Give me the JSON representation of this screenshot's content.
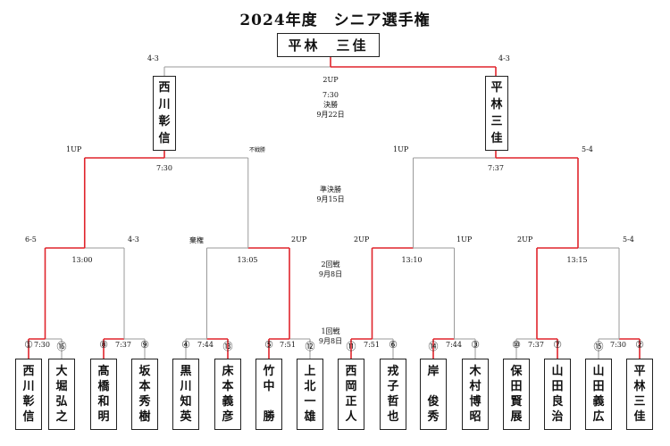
{
  "title": "2024年度　シニア選手権",
  "champion": "平林　三佳",
  "final": {
    "left": {
      "name": [
        "西",
        "川",
        "彰",
        "信"
      ],
      "score": "4-3"
    },
    "right": {
      "name": [
        "平",
        "林",
        "三",
        "佳"
      ],
      "score": "4-3"
    },
    "result": "2UP",
    "time": "7:30",
    "round": "決勝",
    "date": "9月22日"
  },
  "semifinal": {
    "round": "準決勝",
    "date": "9月15日",
    "left": {
      "time": "7:30",
      "score_left": "1UP",
      "score_right": "不戦勝"
    },
    "right": {
      "time": "7:37",
      "score_left": "1UP",
      "score_right": "5-4"
    }
  },
  "round2": {
    "round": "2回戦",
    "date": "9月8日",
    "matches": [
      {
        "time": "13:00",
        "score_left": "6-5",
        "score_right": "4-3"
      },
      {
        "time": "13:05",
        "score_left": "棄権",
        "score_right": "2UP"
      },
      {
        "time": "13:10",
        "score_left": "2UP",
        "score_right": "1UP"
      },
      {
        "time": "13:15",
        "score_left": "2UP",
        "score_right": "5-4"
      }
    ]
  },
  "round1": {
    "round": "1回戦",
    "date": "9月8日",
    "times": [
      "7:30",
      "7:37",
      "7:44",
      "7:51",
      "7:51",
      "7:44",
      "7:37",
      "7:30"
    ]
  },
  "players": [
    {
      "seed": "①",
      "name": [
        "西",
        "川",
        "彰",
        "信"
      ]
    },
    {
      "seed": "⑯",
      "name": [
        "大",
        "堀",
        "弘",
        "之"
      ]
    },
    {
      "seed": "⑧",
      "name": [
        "髙",
        "橋",
        "和",
        "明"
      ]
    },
    {
      "seed": "⑨",
      "name": [
        "坂",
        "本",
        "秀",
        "樹"
      ]
    },
    {
      "seed": "④",
      "name": [
        "黒",
        "川",
        "知",
        "英"
      ]
    },
    {
      "seed": "⑬",
      "name": [
        "床",
        "本",
        "義",
        "彦"
      ]
    },
    {
      "seed": "⑤",
      "name": [
        "竹",
        "中",
        "",
        "勝"
      ]
    },
    {
      "seed": "⑫",
      "name": [
        "上",
        "北",
        "一",
        "雄"
      ]
    },
    {
      "seed": "⑪",
      "name": [
        "西",
        "岡",
        "正",
        "人"
      ]
    },
    {
      "seed": "⑥",
      "name": [
        "戎",
        "子",
        "哲",
        "也"
      ]
    },
    {
      "seed": "⑭",
      "name": [
        "岸",
        "",
        "俊",
        "秀"
      ]
    },
    {
      "seed": "③",
      "name": [
        "木",
        "村",
        "博",
        "昭"
      ]
    },
    {
      "seed": "⑩",
      "name": [
        "保",
        "田",
        "賢",
        "展"
      ]
    },
    {
      "seed": "⑦",
      "name": [
        "山",
        "田",
        "良",
        "治"
      ]
    },
    {
      "seed": "⑮",
      "name": [
        "山",
        "田",
        "義",
        "広"
      ]
    },
    {
      "seed": "②",
      "name": [
        "平",
        "林",
        "三",
        "佳"
      ]
    }
  ],
  "colors": {
    "win": "#e0242c",
    "lose": "#9a9a9a",
    "border": "#222222"
  }
}
